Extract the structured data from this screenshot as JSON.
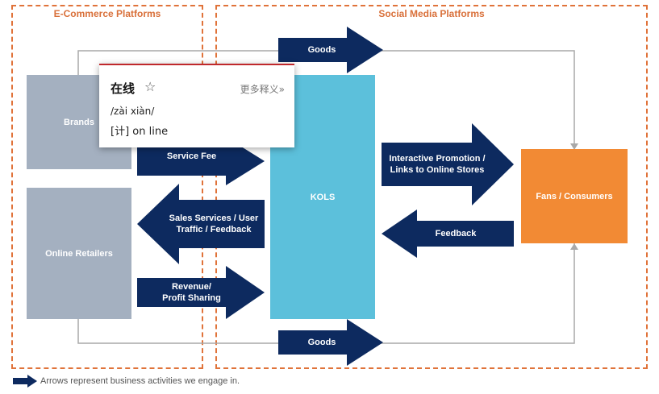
{
  "regions": {
    "ecommerce_title": "E-Commerce Platforms",
    "social_title": "Social Media Platforms"
  },
  "entities": {
    "brands": "Brands",
    "online_retailers": "Online Retailers",
    "kols": "KOLS",
    "fans": "Fans / Consumers"
  },
  "arrows": {
    "goods_top": "Goods",
    "service_fee": "Service Fee",
    "sales_services": "Sales Services / User\nTraffic / Feedback",
    "revenue": "Revenue/\nProfit Sharing",
    "interactive": "Interactive Promotion /\nLinks to Online Stores",
    "feedback": "Feedback",
    "goods_bottom": "Goods"
  },
  "legend": {
    "text": "Arrows represent business activities we engage in."
  },
  "popup": {
    "word": "在线",
    "star": "☆",
    "more": "更多释义»",
    "pronunciation": "/zài xiàn/",
    "definition": "[计] on line"
  },
  "colors": {
    "navy": "#0d2a5f",
    "kols": "#5cc0db",
    "fans": "#f28a34",
    "entity_gray": "#a4b0c0",
    "dashed": "#e0733a"
  }
}
